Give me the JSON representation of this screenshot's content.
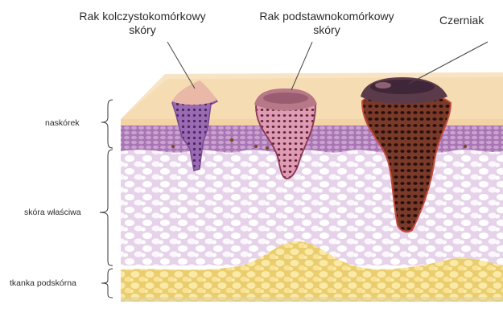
{
  "cancer_types": {
    "squamous": {
      "line1": "Rak kolczystokomórkowy",
      "line2": "skóry"
    },
    "basal": {
      "line1": "Rak podstawnokomórkowy",
      "line2": "skóry"
    },
    "melanoma": {
      "label": "Czerniak"
    }
  },
  "skin_layers": {
    "epidermis": "naskórek",
    "dermis": "skóra właściwa",
    "subcutis": "tkanka podskórna"
  },
  "colors": {
    "epidermis_top": "#f8dfb8",
    "epidermis_cells": "#b98ac0",
    "dermis_bg": "#e8d6ec",
    "dermis_cells": "#ffffff",
    "fat": "#f7e49a",
    "squamous_tumor": "#9b6bb5",
    "basal_tumor": "#d2829e",
    "melanoma_tumor": "#4a1f1a"
  }
}
